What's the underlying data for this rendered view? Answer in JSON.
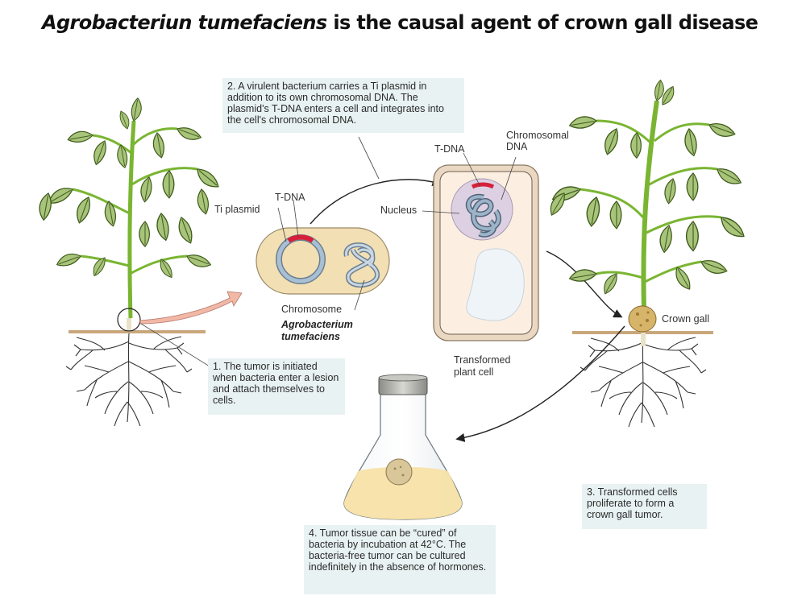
{
  "title": {
    "italic_part": "Agrobacteriun tumefaciens",
    "rest": " is the causal agent of crown gall disease"
  },
  "callouts": {
    "step1": "1. The tumor is initiated when bacteria enter a lesion and attach themselves to cells.",
    "step2": "2. A virulent bacterium carries a Ti plasmid in addition to its own chromosomal DNA. The plasmid's T-DNA enters a cell and integrates into the cell's chromosomal DNA.",
    "step3": "3. Transformed cells proliferate to form a crown gall tumor.",
    "step4": "4. Tumor tissue can be “cured” of bacteria by incubation at 42°C. The bacteria-free tumor can be cultured indefinitely in the absence of hormones."
  },
  "labels": {
    "ti_plasmid": "Ti plasmid",
    "t_dna_bacterium": "T-DNA",
    "chromosome": "Chromosome",
    "bacterium_name_line1": "Agrobacterium",
    "bacterium_name_line2": "tumefaciens",
    "nucleus": "Nucleus",
    "t_dna_cell": "T-DNA",
    "chromosomal_dna_line1": "Chromosomal",
    "chromosomal_dna_line2": "DNA",
    "transformed_line1": "Transformed",
    "transformed_line2": "plant cell",
    "crown_gall": "Crown gall"
  },
  "colors": {
    "callout_bg": "#e9f2f2",
    "soil_line": "#c9a77c",
    "stem": "#7ab532",
    "leaf": "#a8c47a",
    "bacterium_fill": "#f2dfb3",
    "plasmid": "#8fa9c0",
    "t_dna": "#d6203a",
    "cell_wall": "#ead8c2",
    "nucleus": "#ddd0e2",
    "arrow_pink": "#f2b8a6",
    "gall": "#d6b46a",
    "medium": "#f7e1a6"
  }
}
